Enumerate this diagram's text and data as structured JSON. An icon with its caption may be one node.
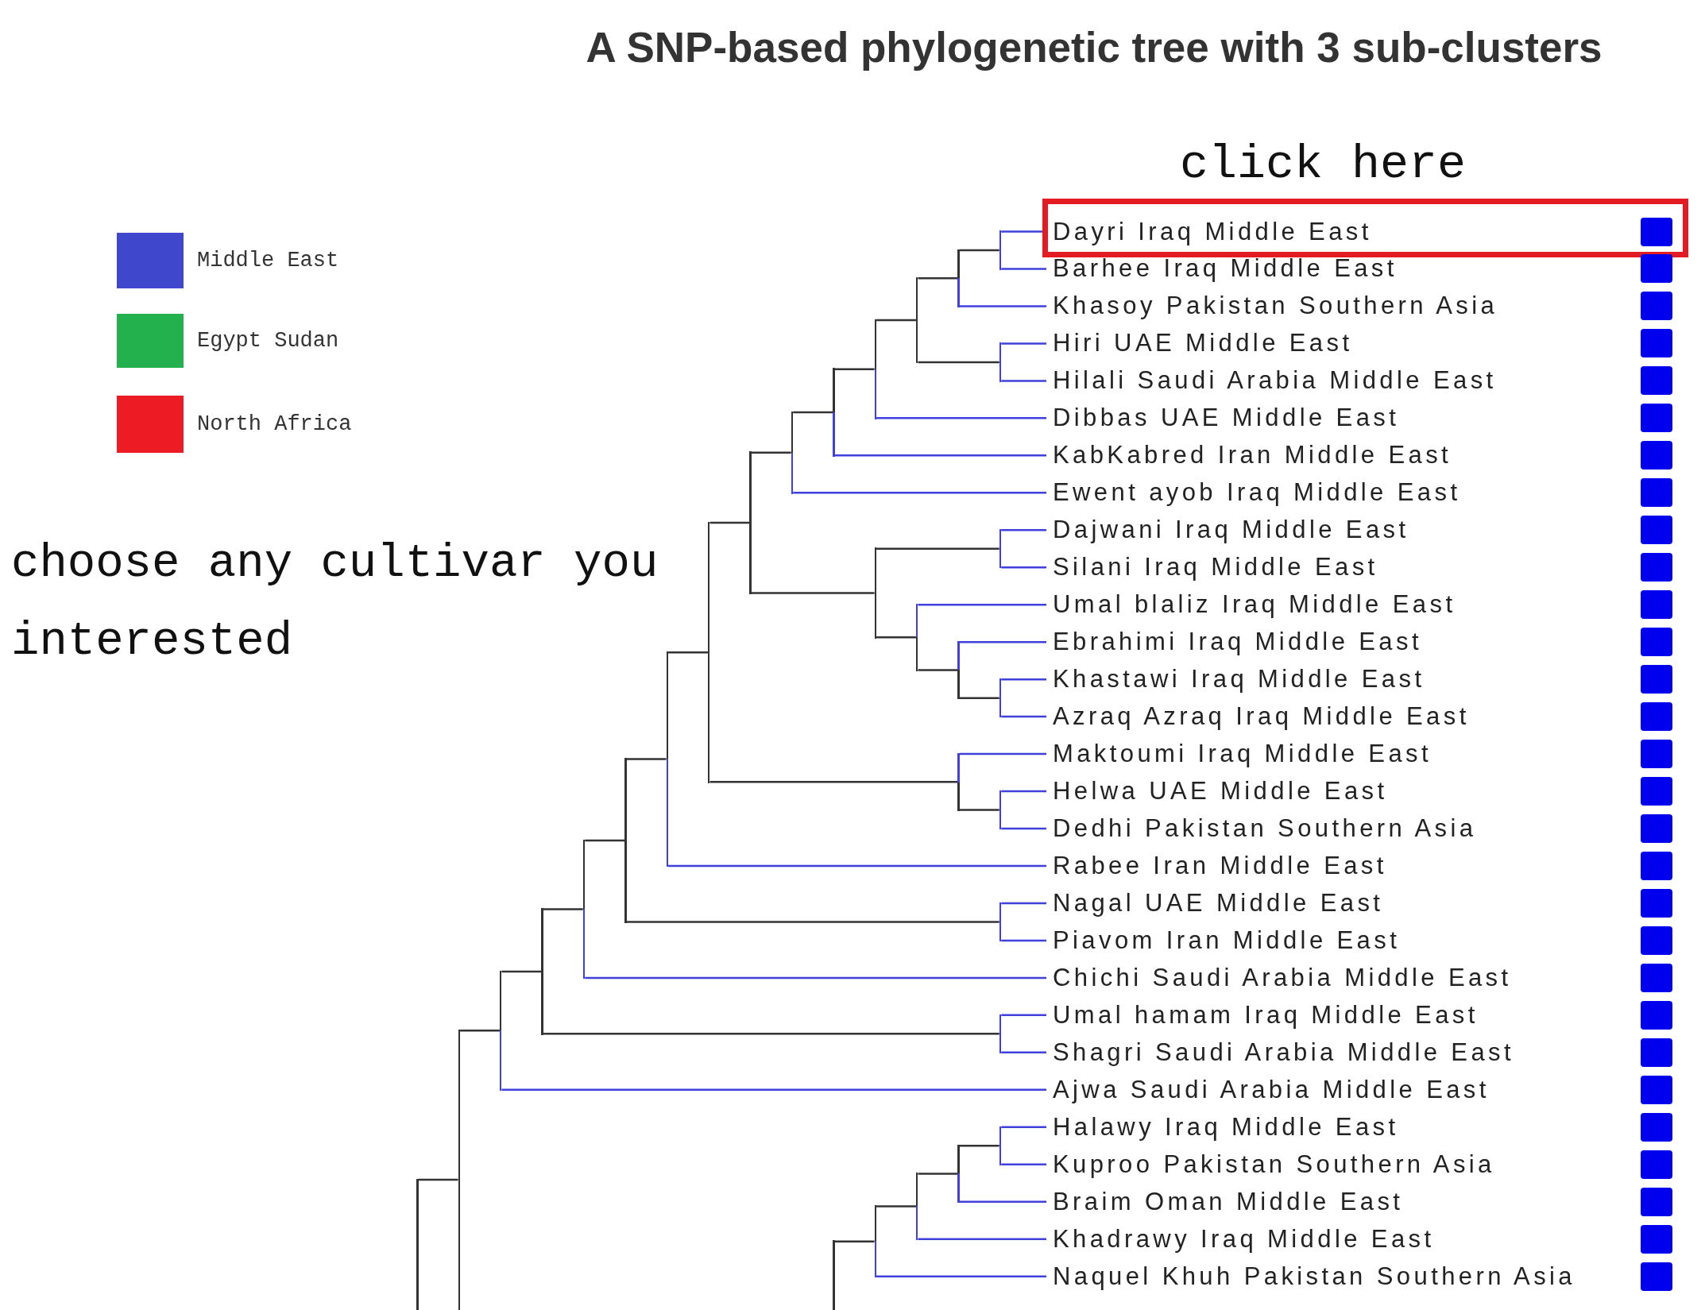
{
  "diagram": {
    "title": "A SNP-based phylogenetic tree with 3 sub-clusters",
    "nodes": [
      {
        "text": [
          "click here"
        ]
      },
      {
        "text": [
          "Dayri Iraq Middle East"
        ],
        "in": 0
      },
      {
        "text": [
          "Barhee Iraq Middle East"
        ]
      },
      {
        "text": [
          "Khasoy Pakistan Southern Asia"
        ]
      },
      {
        "text": [
          "Hiri UAE Middle East"
        ]
      },
      {
        "text": [
          "Hilali Saudi Arabia Middle East"
        ]
      },
      {
        "text": [
          "Dibbas UAE Middle East"
        ]
      },
      {
        "text": [
          "KabKabred Iran Middle East"
        ]
      },
      {
        "text": [
          "Ewent ayob Iraq Middle East"
        ]
      },
      {
        "text": [
          "Dajwani Iraq Middle East"
        ]
      },
      {
        "text": [
          "Silani Iraq Middle East"
        ]
      },
      {
        "text": [
          "Umal blaliz Iraq Middle East"
        ]
      },
      {
        "text": [
          "Ebrahimi Iraq Middle East"
        ]
      },
      {
        "text": [
          "Khastawi Iraq Middle East"
        ]
      },
      {
        "text": [
          "Azraq Azraq Iraq Middle East"
        ]
      },
      {
        "text": [
          "Maktoumi Iraq Middle East"
        ]
      },
      {
        "text": [
          "Helwa UAE Middle East"
        ]
      },
      {
        "text": [
          "Dedhi Pakistan Southern Asia"
        ]
      },
      {
        "text": [
          "Rabee Iran Middle East"
        ]
      },
      {
        "text": [
          "Nagal UAE Middle East"
        ]
      },
      {
        "text": [
          "Piavom Iran Middle East"
        ]
      },
      {
        "text": [
          "Chichi Saudi Arabia Middle East"
        ]
      },
      {
        "text": [
          "Umal hamam Iraq Middle East"
        ]
      },
      {
        "text": [
          "Shagri Saudi Arabia Middle East"
        ]
      },
      {
        "text": [
          "Ajwa Saudi Arabia Middle East"
        ]
      },
      {
        "text": [
          "Halawy Iraq Middle East"
        ]
      },
      {
        "text": [
          "Kuproo Pakistan Southern Asia"
        ]
      },
      {
        "text": [
          "Braim Oman Middle East"
        ]
      },
      {
        "text": [
          "Khadrawy Iraq Middle East"
        ]
      },
      {
        "text": [
          "Naquel Khuh Pakistan Southern Asia"
        ]
      },
      {
        "text": [],
        "shape": "bar"
      },
      {
        "text": [],
        "shape": "bar"
      },
      {
        "text": [],
        "shape": "bar"
      },
      {
        "text": [],
        "shape": "bar"
      },
      {
        "text": [],
        "shape": "bar"
      },
      {
        "text": [],
        "shape": "bar"
      },
      {
        "text": [],
        "shape": "bar"
      },
      {
        "text": [],
        "shape": "bar"
      },
      {
        "text": [],
        "shape": "bar"
      },
      {
        "text": [],
        "shape": "bar"
      },
      {
        "text": [],
        "shape": "bar"
      },
      {
        "text": [],
        "shape": "bar"
      },
      {
        "text": [],
        "shape": "bar"
      },
      {
        "text": [],
        "shape": "bar"
      },
      {
        "text": [],
        "shape": "bar"
      },
      {
        "text": [],
        "shape": "bar"
      },
      {
        "text": [],
        "shape": "bar"
      },
      {
        "text": [],
        "shape": "bar"
      },
      {
        "text": [],
        "shape": "bar"
      },
      {
        "text": [],
        "shape": "bar"
      },
      {
        "text": [],
        "shape": "bar"
      },
      {
        "text": [],
        "shape": "bar"
      },
      {
        "text": [],
        "shape": "bar"
      },
      {
        "text": [],
        "shape": "bar"
      },
      {
        "text": [],
        "shape": "bar"
      },
      {
        "text": [],
        "shape": "bar"
      },
      {
        "text": [],
        "shape": "bar"
      },
      {
        "text": [],
        "shape": "bar"
      },
      {
        "text": [],
        "shape": "bar"
      },
      {
        "text": [],
        "shape": "bar"
      }
    ],
    "edges": [
      {
        "from": 30,
        "to": 1,
        "arrow": "none"
      },
      {
        "from": 30,
        "to": 2,
        "arrow": "none"
      },
      {
        "from": 31,
        "to": 30,
        "arrow": "none",
        "color": "#333333"
      },
      {
        "from": 31,
        "to": 3,
        "arrow": "none"
      },
      {
        "from": 32,
        "to": 31,
        "arrow": "none",
        "color": "#333333"
      },
      {
        "from": 32,
        "to": 33,
        "arrow": "none",
        "color": "#333333"
      },
      {
        "from": 33,
        "to": 4,
        "arrow": "none"
      },
      {
        "from": 33,
        "to": 5,
        "arrow": "none"
      },
      {
        "from": 34,
        "to": 32,
        "arrow": "none",
        "color": "#333333"
      },
      {
        "from": 34,
        "to": 6,
        "arrow": "none"
      },
      {
        "from": 35,
        "to": 34,
        "arrow": "none",
        "color": "#333333"
      },
      {
        "from": 35,
        "to": 7,
        "arrow": "none"
      },
      {
        "from": 36,
        "to": 35,
        "arrow": "none",
        "color": "#333333"
      },
      {
        "from": 36,
        "to": 8,
        "arrow": "none"
      },
      {
        "from": 37,
        "to": 36,
        "arrow": "none",
        "color": "#333333"
      },
      {
        "from": 37,
        "to": 39,
        "arrow": "none",
        "color": "#333333"
      },
      {
        "from": 38,
        "to": 9,
        "arrow": "none"
      },
      {
        "from": 38,
        "to": 10,
        "arrow": "none"
      },
      {
        "from": 39,
        "to": 38,
        "arrow": "none",
        "color": "#333333"
      },
      {
        "from": 39,
        "to": 40,
        "arrow": "none",
        "color": "#333333"
      },
      {
        "from": 40,
        "to": 11,
        "arrow": "none"
      },
      {
        "from": 40,
        "to": 42,
        "arrow": "none",
        "color": "#333333"
      },
      {
        "from": 42,
        "to": 12,
        "arrow": "none"
      },
      {
        "from": 42,
        "to": 43,
        "arrow": "none",
        "color": "#333333"
      },
      {
        "from": 43,
        "to": 13,
        "arrow": "none"
      },
      {
        "from": 43,
        "to": 14,
        "arrow": "none"
      },
      {
        "from": 41,
        "to": 37,
        "arrow": "none",
        "color": "#333333"
      },
      {
        "from": 41,
        "to": 45,
        "arrow": "none",
        "color": "#333333"
      },
      {
        "from": 45,
        "to": 15,
        "arrow": "none"
      },
      {
        "from": 45,
        "to": 46,
        "arrow": "none",
        "color": "#333333"
      },
      {
        "from": 46,
        "to": 16,
        "arrow": "none"
      },
      {
        "from": 46,
        "to": 17,
        "arrow": "none"
      },
      {
        "from": 44,
        "to": 41,
        "arrow": "none",
        "color": "#333333"
      },
      {
        "from": 44,
        "to": 18,
        "arrow": "none"
      },
      {
        "from": 49,
        "to": 19,
        "arrow": "none"
      },
      {
        "from": 49,
        "to": 20,
        "arrow": "none"
      },
      {
        "from": 47,
        "to": 44,
        "arrow": "none",
        "color": "#333333"
      },
      {
        "from": 47,
        "to": 49,
        "arrow": "none",
        "color": "#333333"
      },
      {
        "from": 48,
        "to": 47,
        "arrow": "none",
        "color": "#333333"
      },
      {
        "from": 48,
        "to": 21,
        "arrow": "none"
      },
      {
        "from": 52,
        "to": 22,
        "arrow": "none"
      },
      {
        "from": 52,
        "to": 23,
        "arrow": "none"
      },
      {
        "from": 50,
        "to": 48,
        "arrow": "none",
        "color": "#333333"
      },
      {
        "from": 50,
        "to": 52,
        "arrow": "none",
        "color": "#333333"
      },
      {
        "from": 51,
        "to": 50,
        "arrow": "none",
        "color": "#333333"
      },
      {
        "from": 51,
        "to": 24,
        "arrow": "none"
      },
      {
        "from": 55,
        "to": 51,
        "arrow": "none",
        "color": "#333333"
      },
      {
        "from": 56,
        "to": 55,
        "arrow": "none",
        "color": "#333333"
      },
      {
        "from": 53,
        "to": 25,
        "arrow": "none"
      },
      {
        "from": 53,
        "to": 26,
        "arrow": "none"
      },
      {
        "from": 54,
        "to": 53,
        "arrow": "none",
        "color": "#333333"
      },
      {
        "from": 54,
        "to": 27,
        "arrow": "none"
      },
      {
        "from": 57,
        "to": 54,
        "arrow": "none",
        "color": "#333333"
      },
      {
        "from": 57,
        "to": 28,
        "arrow": "none"
      },
      {
        "from": 58,
        "to": 57,
        "arrow": "none",
        "color": "#333333"
      },
      {
        "from": 58,
        "to": 29,
        "arrow": "none"
      },
      {
        "from": 59,
        "to": 58,
        "arrow": "none",
        "color": "#333333"
      }
    ],
    "labels": [
      "choose any cultivar you interested"
    ],
    "legend": [
      {
        "text": "Middle East",
        "color": "#3f48cc"
      },
      {
        "text": "Egypt Sudan",
        "color": "#22b14c"
      },
      {
        "text": "North Africa",
        "color": "#ed1c24"
      }
    ]
  }
}
